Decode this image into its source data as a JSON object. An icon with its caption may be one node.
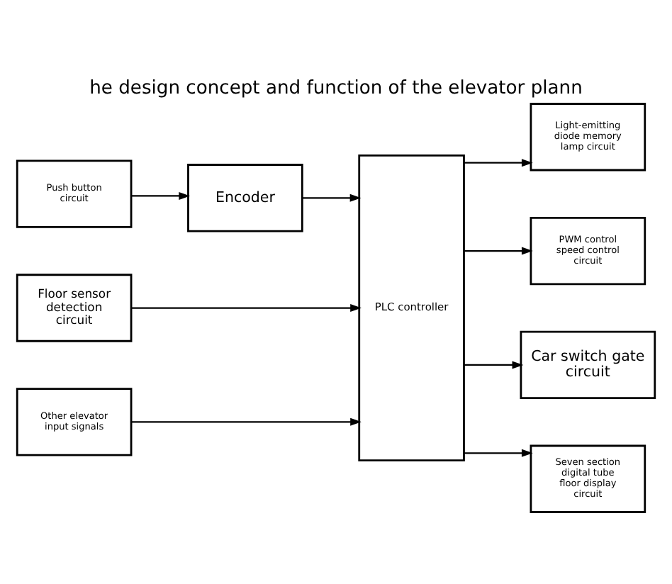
{
  "diagram": {
    "title": "he design concept and function of the elevator plann",
    "nodes": [
      {
        "text": [
          "Push button circuit"
        ]
      },
      {
        "text": [
          "Encoder"
        ]
      },
      {
        "text": [
          "Floor sensor detection circuit"
        ]
      },
      {
        "text": [
          "Other elevator input signals"
        ]
      },
      {
        "text": [
          "PLC controller"
        ]
      },
      {
        "text": [
          "Light-emitting diode memory lamp circuit"
        ]
      },
      {
        "text": [
          "PWM control speed control circuit"
        ]
      },
      {
        "text": [
          "Car switch gate circuit"
        ]
      },
      {
        "text": [
          "Seven section digital tube floor display circuit"
        ]
      }
    ],
    "edges": [
      {
        "from": 0,
        "to": 1,
        "arrow": "to"
      },
      {
        "from": 1,
        "to": 4,
        "arrow": "to"
      },
      {
        "from": 2,
        "to": 4,
        "arrow": "to"
      },
      {
        "from": 3,
        "to": 4,
        "arrow": "to"
      },
      {
        "from": 4,
        "to": 5,
        "arrow": "to"
      },
      {
        "from": 4,
        "to": 6,
        "arrow": "to"
      },
      {
        "from": 4,
        "to": 7,
        "arrow": "to"
      },
      {
        "from": 4,
        "to": 8,
        "arrow": "to"
      }
    ]
  }
}
